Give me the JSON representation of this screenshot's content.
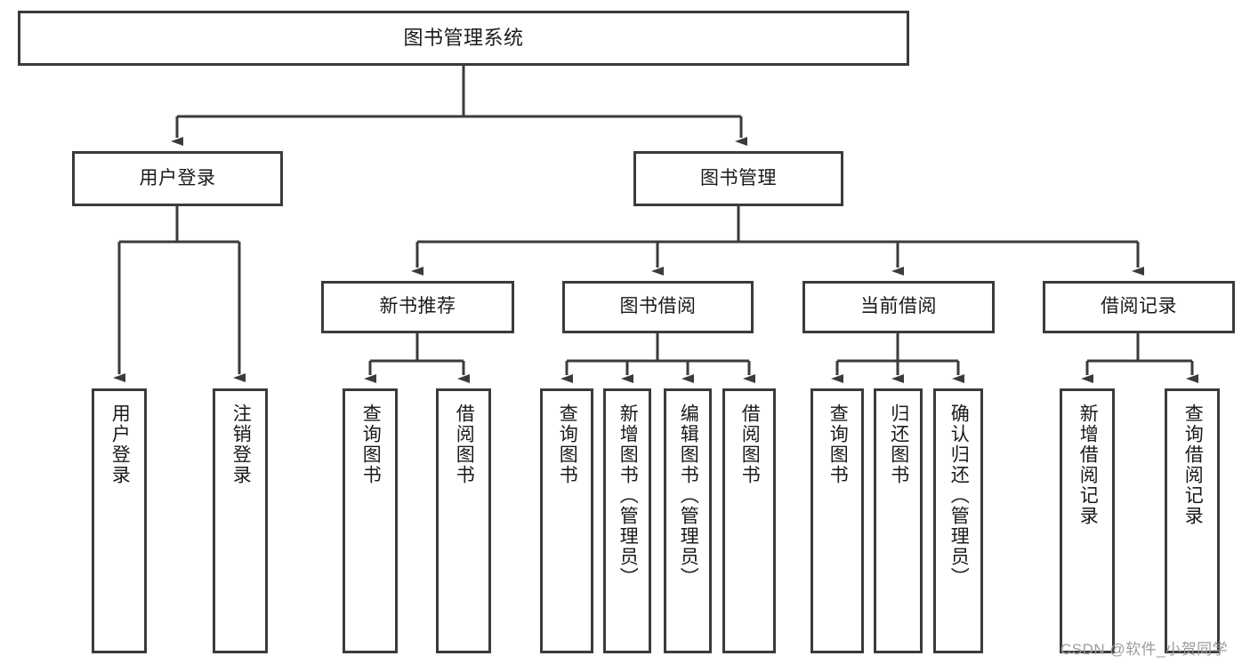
{
  "diagram": {
    "type": "tree-hierarchy",
    "title": "图书管理系统",
    "background_color": "#ffffff",
    "border_color": "#3b3b3b",
    "text_color": "#1a1a1a"
  },
  "nodes": {
    "root": {
      "label": "图书管理系统"
    },
    "level2": [
      {
        "id": "user-login",
        "label": "用户登录"
      },
      {
        "id": "book-manage",
        "label": "图书管理"
      }
    ],
    "level3": [
      {
        "id": "new-book-recommend",
        "label": "新书推荐"
      },
      {
        "id": "book-borrow",
        "label": "图书借阅"
      },
      {
        "id": "current-borrow",
        "label": "当前借阅"
      },
      {
        "id": "borrow-record",
        "label": "借阅记录"
      }
    ],
    "leaves": [
      {
        "id": "leaf-user-login",
        "label": "用户登录"
      },
      {
        "id": "leaf-logout-login",
        "label": "注销登录"
      },
      {
        "id": "leaf-query-book-1",
        "label": "查询图书"
      },
      {
        "id": "leaf-borrow-book-1",
        "label": "借阅图书"
      },
      {
        "id": "leaf-query-book-2",
        "label": "查询图书"
      },
      {
        "id": "leaf-add-book",
        "label": "新增图书（管理员）"
      },
      {
        "id": "leaf-edit-book",
        "label": "编辑图书（管理员）"
      },
      {
        "id": "leaf-borrow-book-2",
        "label": "借阅图书"
      },
      {
        "id": "leaf-query-book-3",
        "label": "查询图书"
      },
      {
        "id": "leaf-return-book",
        "label": "归还图书"
      },
      {
        "id": "leaf-confirm-return",
        "label": "确认归还（管理员）"
      },
      {
        "id": "leaf-add-record",
        "label": "新增借阅记录"
      },
      {
        "id": "leaf-query-record",
        "label": "查询借阅记录"
      }
    ]
  },
  "watermark": {
    "text": "CSDN @软件_小贺同学"
  }
}
